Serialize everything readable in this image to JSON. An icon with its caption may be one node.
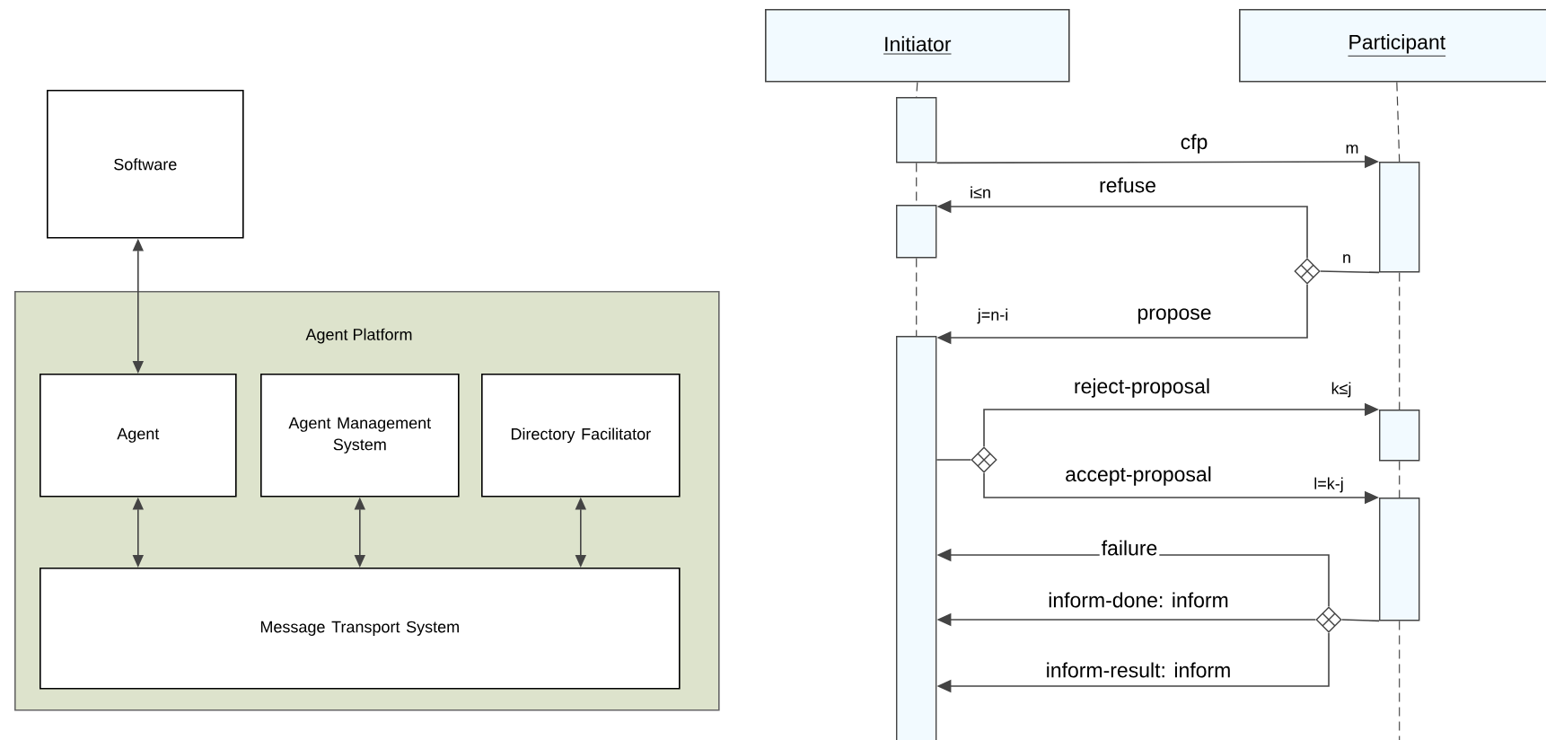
{
  "diagram": {
    "nodes": [
      {
        "text": [
          "Software"
        ]
      },
      {
        "text": [
          "Agent Platform"
        ]
      },
      {
        "text": [
          "Agent"
        ],
        "in": 1
      },
      {
        "text": [
          "Agent Management System"
        ],
        "in": 1
      },
      {
        "text": [
          "Directory Facilitator"
        ],
        "in": 1
      },
      {
        "text": [
          "Message Transport System"
        ],
        "in": 1
      },
      {
        "text": [
          "Initiator"
        ]
      },
      {
        "text": [
          "Participant"
        ]
      },
      {
        "text": [],
        "shape": "bar"
      },
      {
        "text": [],
        "shape": "bar"
      },
      {
        "text": [],
        "shape": "bar"
      },
      {
        "text": [],
        "shape": "bar"
      },
      {
        "text": [],
        "shape": "bar"
      },
      {
        "text": [],
        "shape": "bar"
      },
      {
        "text": [],
        "shape": "diamond"
      },
      {
        "text": [],
        "shape": "diamond"
      },
      {
        "text": [],
        "shape": "diamond"
      }
    ],
    "edges": [
      {
        "from": 0,
        "to": 2,
        "arrow": "both"
      },
      {
        "from": 2,
        "to": 5,
        "arrow": "both"
      },
      {
        "from": 3,
        "to": 5,
        "arrow": "both"
      },
      {
        "from": 4,
        "to": 5,
        "arrow": "both"
      },
      {
        "from": 6,
        "to": 8,
        "arrow": "none",
        "style": "dashed"
      },
      {
        "from": 8,
        "to": 10,
        "arrow": "none",
        "style": "dashed"
      },
      {
        "from": 10,
        "to": 11,
        "arrow": "none",
        "style": "dashed"
      },
      {
        "from": 7,
        "to": 9,
        "arrow": "none",
        "style": "dashed"
      },
      {
        "from": 9,
        "to": 12,
        "arrow": "none",
        "style": "dashed"
      },
      {
        "from": 12,
        "to": 13,
        "arrow": "none",
        "style": "dashed"
      },
      {
        "from": 13,
        "to": null,
        "arrow": "none",
        "style": "dashed"
      },
      {
        "from": 8,
        "to": 9,
        "arrow": "to",
        "label": "cfp"
      },
      {
        "from": 9,
        "to": 14,
        "arrow": "none"
      },
      {
        "from": 14,
        "to": 10,
        "arrow": "to",
        "label": "refuse"
      },
      {
        "from": 14,
        "to": 11,
        "arrow": "to",
        "label": "propose"
      },
      {
        "from": 11,
        "to": 15,
        "arrow": "none"
      },
      {
        "from": 15,
        "to": 12,
        "arrow": "to",
        "label": "reject-proposal"
      },
      {
        "from": 15,
        "to": 13,
        "arrow": "to",
        "label": "accept-proposal"
      },
      {
        "from": 13,
        "to": 16,
        "arrow": "none"
      },
      {
        "from": 16,
        "to": 11,
        "arrow": "to",
        "label": "failure"
      },
      {
        "from": 16,
        "to": 11,
        "arrow": "to",
        "label": "inform-done: inform"
      },
      {
        "from": 16,
        "to": 11,
        "arrow": "to",
        "label": "inform-result: inform"
      }
    ],
    "labels": [
      "m",
      "i≤n",
      "n",
      "j=n-i",
      "k≤j",
      "l=k-j"
    ]
  }
}
